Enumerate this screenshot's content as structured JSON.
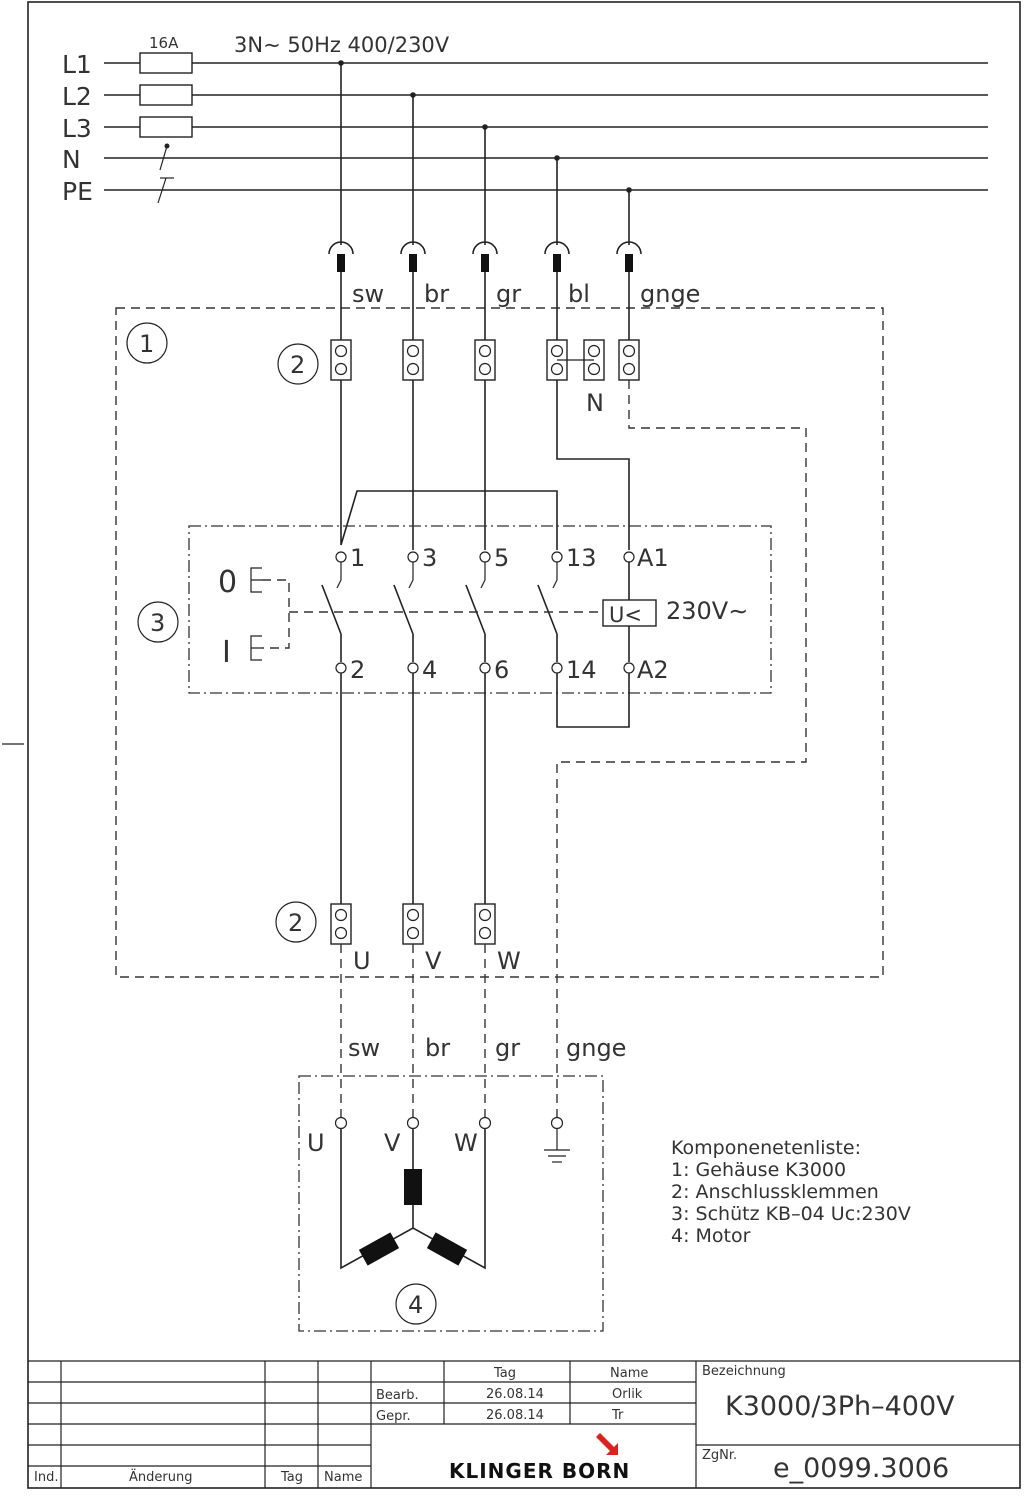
{
  "supply": {
    "lines": [
      "L1",
      "L2",
      "L3",
      "N",
      "PE"
    ],
    "fuse_rating": "16A",
    "network": "3N∼  50Hz  400/230V"
  },
  "wire_colors_top": [
    "sw",
    "br",
    "gr",
    "bl",
    "gnge"
  ],
  "wire_colors_bottom": [
    "sw",
    "br",
    "gr",
    "gnge"
  ],
  "component_markers": [
    "1",
    "2",
    "2",
    "3",
    "4"
  ],
  "terminal_N_label": "N",
  "contactor": {
    "top_contacts": [
      "1",
      "3",
      "5",
      "13",
      "A1"
    ],
    "bottom_contacts": [
      "2",
      "4",
      "6",
      "14",
      "A2"
    ],
    "switch_off": "0",
    "switch_on": "I",
    "coil_symbol": "U<",
    "coil_voltage": "230V∼"
  },
  "output_terminals": [
    "U",
    "V",
    "W"
  ],
  "motor_terminals": [
    "U",
    "V",
    "W"
  ],
  "components_list": {
    "title": "Komponenetenliste:",
    "items": [
      "1:  Gehäuse  K3000",
      "2:  Anschlussklemmen",
      "3:  Schütz  KB–04  Uc:230V",
      "4:  Motor"
    ]
  },
  "title_block": {
    "col_ind": "Ind.",
    "col_change": "Änderung",
    "col_day": "Tag",
    "col_name": "Name",
    "head_day": "Tag",
    "head_name": "Name",
    "row_edited": "Bearb.",
    "row_checked": "Gepr.",
    "edited_date": "26.08.14",
    "edited_by": "Orlik",
    "checked_date": "26.08.14",
    "checked_by": "Tr",
    "company": "KLINGER BORN",
    "designation_label": "Bezeichnung",
    "designation": "K3000/3Ph–400V",
    "drawing_no_label": "ZgNr.",
    "drawing_no": "e_0099.3006"
  },
  "colors": {
    "ink": "#222222",
    "logo_red": "#e0201a"
  }
}
